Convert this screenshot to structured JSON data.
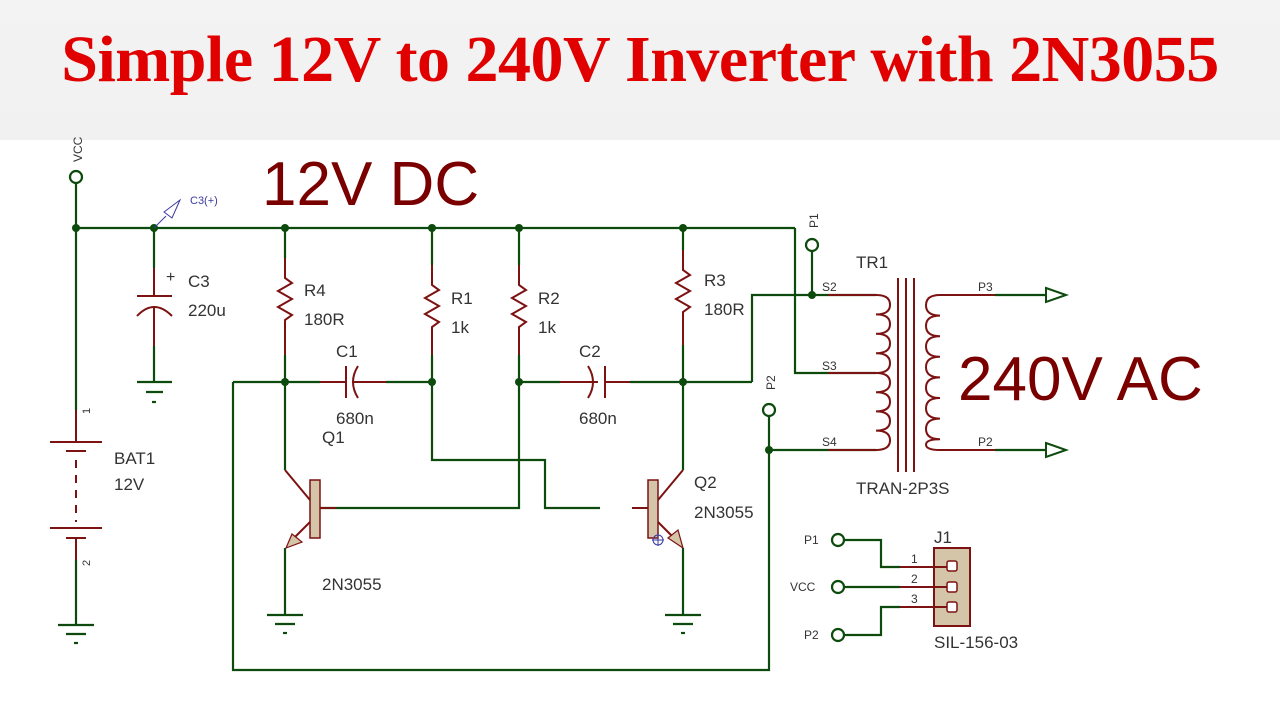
{
  "title": "Simple 12V to 240V Inverter with 2N3055",
  "annotations": {
    "dc_label": "12V DC",
    "ac_label": "240V AC"
  },
  "colors": {
    "title": "#e00000",
    "wire": "#0d4a0d",
    "component": "#7d1212",
    "annotation": "#7a0000",
    "probe": "#3a3aa0"
  },
  "terminals": {
    "vcc": "VCC",
    "p1": "P1",
    "p2": "P2"
  },
  "probe": {
    "label": "C3(+)"
  },
  "battery": {
    "ref": "BAT1",
    "value": "12V",
    "pin1": "1",
    "pin2": "2"
  },
  "capacitors": [
    {
      "ref": "C3",
      "value": "220u",
      "polarity": "+"
    },
    {
      "ref": "C1",
      "value": "680n"
    },
    {
      "ref": "C2",
      "value": "680n"
    }
  ],
  "resistors": [
    {
      "ref": "R4",
      "value": "180R"
    },
    {
      "ref": "R1",
      "value": "1k"
    },
    {
      "ref": "R2",
      "value": "1k"
    },
    {
      "ref": "R3",
      "value": "180R"
    }
  ],
  "transistors": [
    {
      "ref": "Q1",
      "part": "2N3055"
    },
    {
      "ref": "Q2",
      "part": "2N3055"
    }
  ],
  "transformer": {
    "ref": "TR1",
    "part": "TRAN-2P3S",
    "primary_pins": [
      "S2",
      "S3",
      "S4"
    ],
    "secondary_pins": [
      "P3",
      "P2"
    ]
  },
  "connector": {
    "ref": "J1",
    "part": "SIL-156-03",
    "pins": [
      {
        "num": "1",
        "net": "P1"
      },
      {
        "num": "2",
        "net": "VCC"
      },
      {
        "num": "3",
        "net": "P2"
      }
    ]
  }
}
